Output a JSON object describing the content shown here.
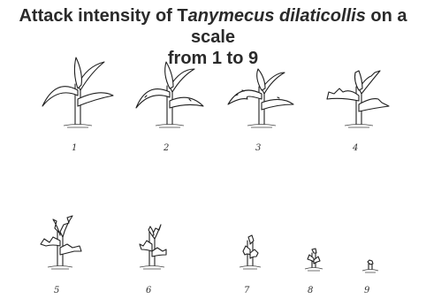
{
  "title": {
    "prefix": "Attack intensity of T",
    "species": "anymecus dilaticollis",
    "suffix": " on a scale",
    "line2": "from 1 to 9"
  },
  "scale_labels": [
    "1",
    "2",
    "3",
    "4",
    "5",
    "6",
    "7",
    "8",
    "9"
  ]
}
